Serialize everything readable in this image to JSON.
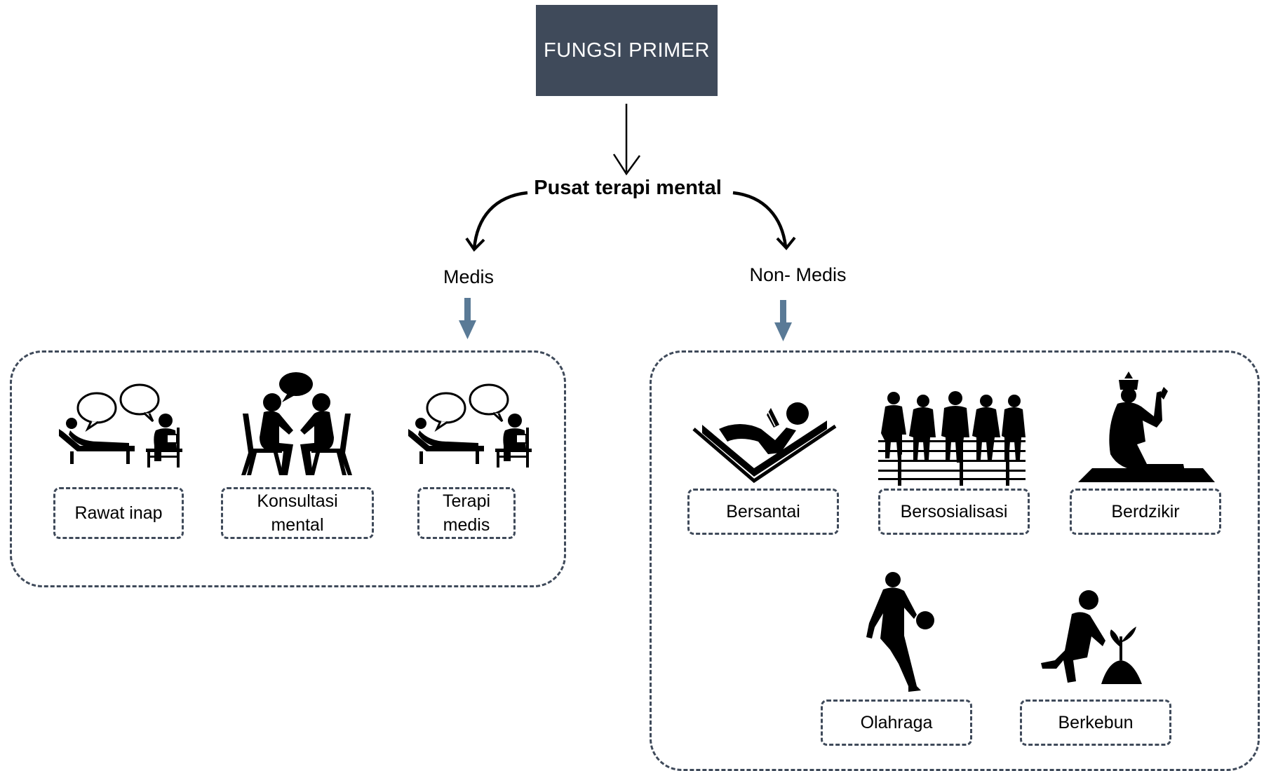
{
  "diagram": {
    "root": {
      "label": "FUNGSI PRIMER"
    },
    "center": {
      "label": "Pusat terapi mental"
    },
    "branches": {
      "medis": {
        "label": "Medis",
        "items": [
          {
            "label": "Rawat inap",
            "icon": "patient-therapist-icon"
          },
          {
            "label": "Konsultasi mental",
            "icon": "consultation-icon"
          },
          {
            "label": "Terapi medis",
            "icon": "patient-therapist-icon"
          }
        ]
      },
      "non_medis": {
        "label": "Non- Medis",
        "items": [
          {
            "label": "Bersantai",
            "icon": "relaxing-reader-icon"
          },
          {
            "label": "Bersosialisasi",
            "icon": "group-sitting-icon"
          },
          {
            "label": "Berdzikir",
            "icon": "praying-person-icon"
          },
          {
            "label": "Olahraga",
            "icon": "basketball-player-icon"
          },
          {
            "label": "Berkebun",
            "icon": "gardener-icon"
          }
        ]
      }
    },
    "colors": {
      "title_fill": "#3f4a5a",
      "title_text": "#ffffff",
      "frame_border": "#3f4a5a",
      "down_arrow": "#5a7a96",
      "connector": "#000000"
    }
  }
}
